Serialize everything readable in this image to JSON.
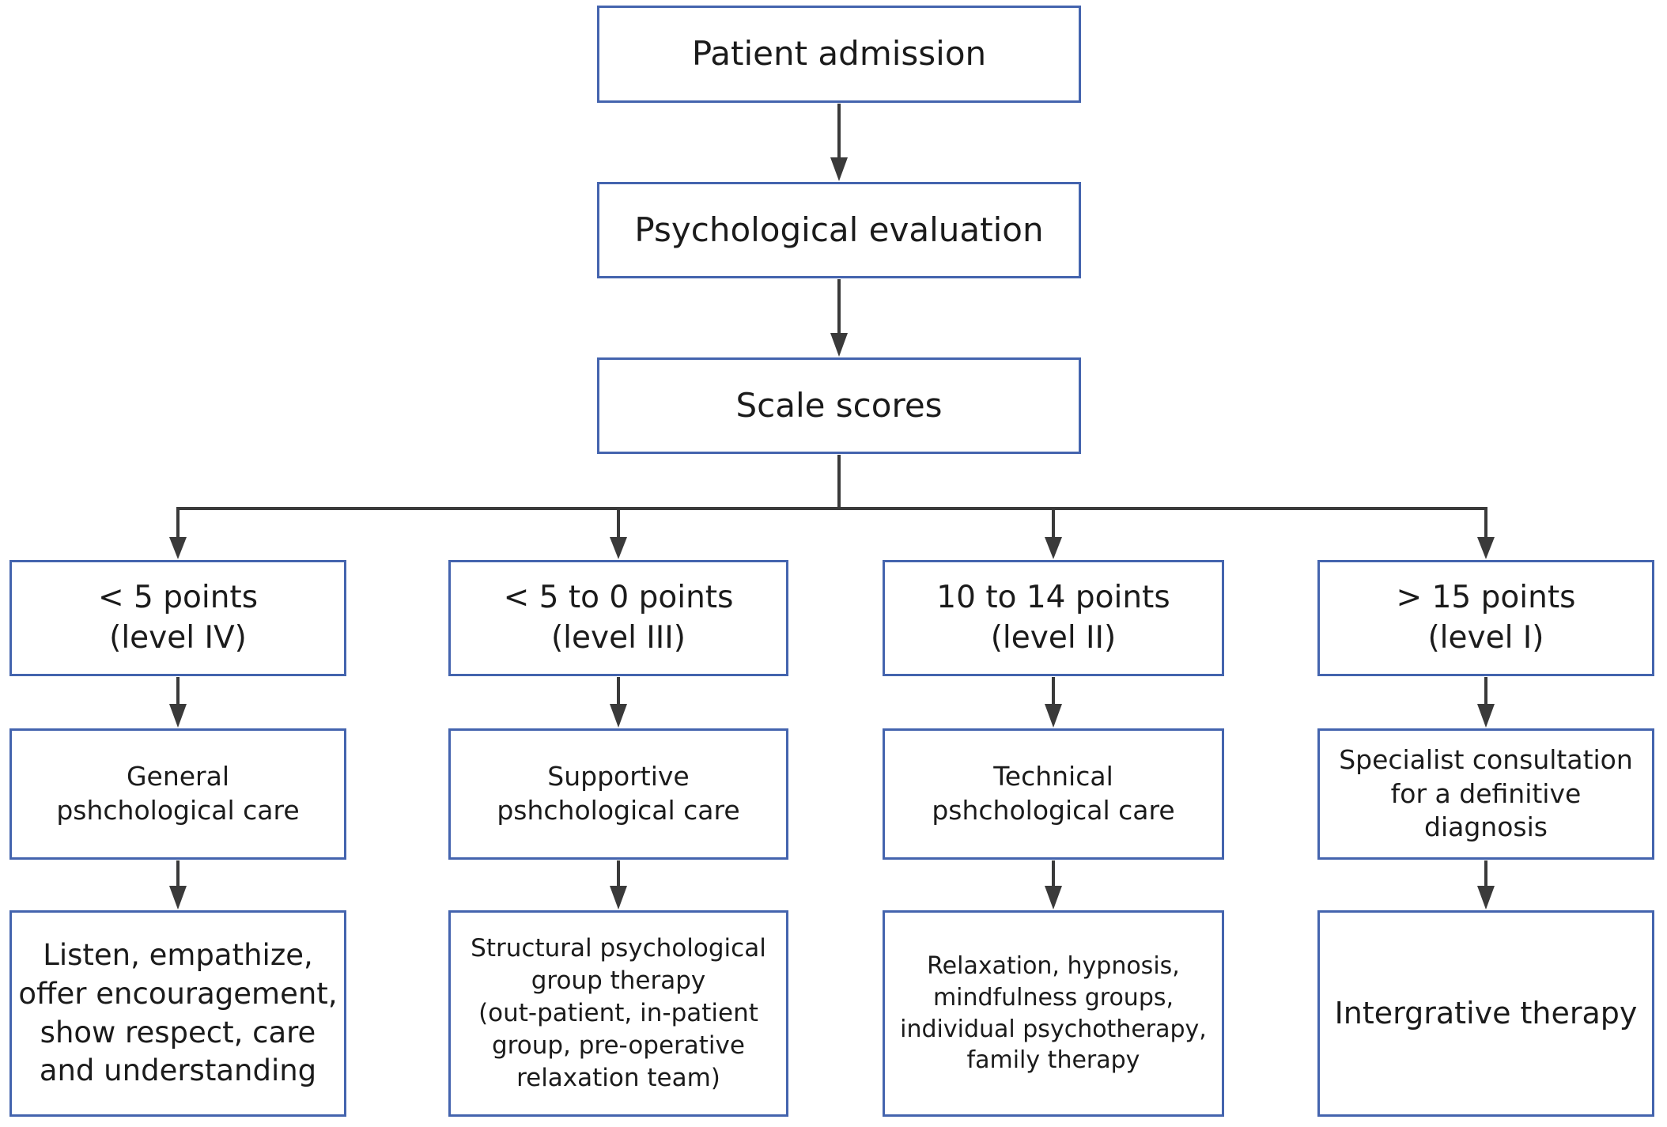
{
  "colors": {
    "box_border": "#4464ae",
    "connector": "#3a3a3a",
    "text": "#1b1b1b",
    "background": "#ffffff"
  },
  "nodes": {
    "patient_admission": {
      "label": "Patient admission"
    },
    "psychological_evaluation": {
      "label": "Psychological evaluation"
    },
    "scale_scores": {
      "label": "Scale scores"
    },
    "branches": [
      {
        "id": "level-iv",
        "score": "< 5 points\n(level IV)",
        "care": "General\npshchological care",
        "intervention": "Listen, empathize,\noffer encouragement,\nshow respect, care\nand understanding"
      },
      {
        "id": "level-iii",
        "score": "< 5 to 0 points\n(level III)",
        "care": "Supportive\npshchological care",
        "intervention": "Structural psychological\ngroup therapy\n(out-patient, in-patient\ngroup, pre-operative\nrelaxation team)"
      },
      {
        "id": "level-ii",
        "score": "10 to 14 points\n(level II)",
        "care": "Technical\npshchological care",
        "intervention": "Relaxation, hypnosis,\nmindfulness groups,\nindividual psychotherapy,\nfamily therapy"
      },
      {
        "id": "level-i",
        "score": "> 15 points\n(level I)",
        "care": "Specialist consultation\nfor a definitive\ndiagnosis",
        "intervention": "Intergrative therapy"
      }
    ]
  }
}
